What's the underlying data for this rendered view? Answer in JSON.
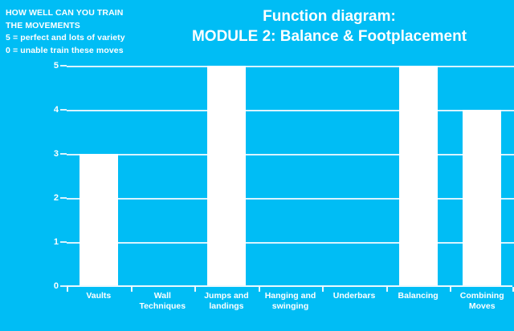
{
  "legend": {
    "lines": [
      "HOW WELL CAN YOU TRAIN",
      "THE MOVEMENTS",
      "5 = perfect and lots of variety",
      "0 = unable train these moves"
    ]
  },
  "title": {
    "line1": "Function diagram:",
    "line2": "MODULE 2: Balance & Footplacement"
  },
  "colors": {
    "background": "#00bdf5",
    "bar": "#ffffff",
    "gridline": "#d8f4ff",
    "text": "#ffffff"
  },
  "chart_data": {
    "type": "bar",
    "title": "Function diagram: MODULE 2: Balance & Footplacement",
    "xlabel": "",
    "ylabel": "",
    "ylim": [
      0,
      5
    ],
    "yticks": [
      0,
      1,
      2,
      3,
      4,
      5
    ],
    "grid": true,
    "legend_position": "none",
    "categories": [
      "Vaults",
      "Wall Techniques",
      "Jumps and landings",
      "Hanging and swinging",
      "Underbars",
      "Balancing",
      "Combining Moves"
    ],
    "values": [
      3,
      0,
      5,
      0,
      0,
      5,
      4
    ]
  }
}
